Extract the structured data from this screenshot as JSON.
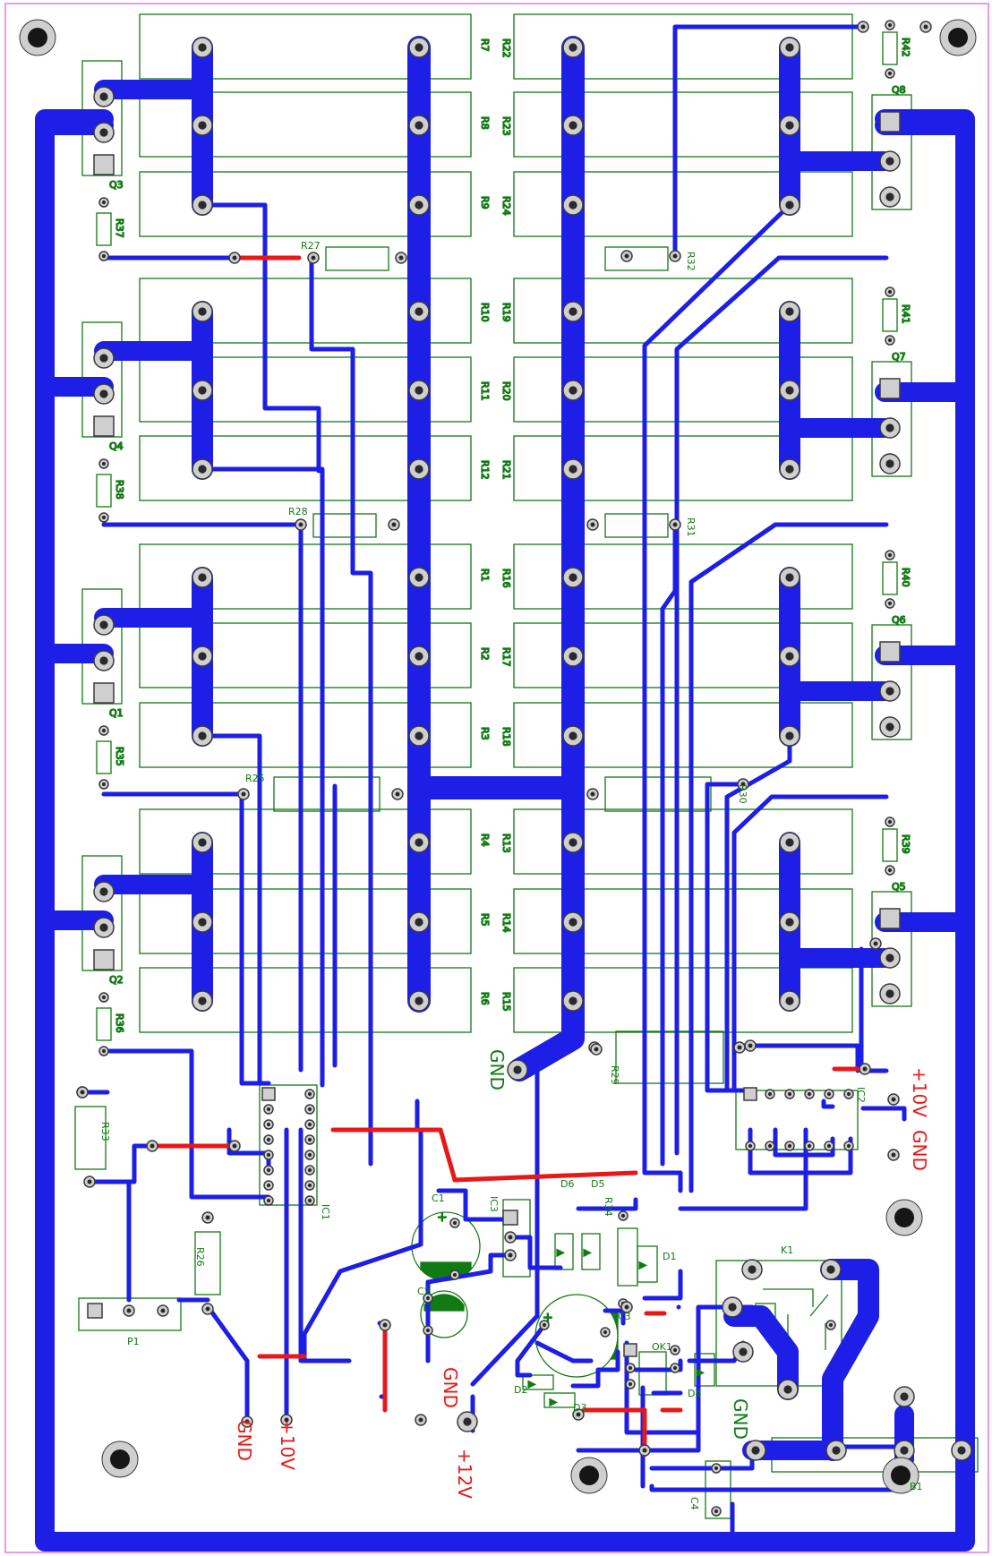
{
  "colors": {
    "trace": "#1d1ee6",
    "jumper": "#e81818",
    "silk": "#127a12",
    "pad_fill": "#cfcfcf",
    "pad_ring": "#3a3a3a",
    "hole": "#161616",
    "outline": "#e79be7",
    "power_label": "#e81818"
  },
  "resistors_left": [
    {
      "label": "R7"
    },
    {
      "label": "R8"
    },
    {
      "label": "R9"
    },
    {
      "label": "R10"
    },
    {
      "label": "R11"
    },
    {
      "label": "R12"
    },
    {
      "label": "R1"
    },
    {
      "label": "R2"
    },
    {
      "label": "R3"
    },
    {
      "label": "R4"
    },
    {
      "label": "R5"
    },
    {
      "label": "R6"
    }
  ],
  "resistors_right": [
    {
      "label": "R22"
    },
    {
      "label": "R23"
    },
    {
      "label": "R24"
    },
    {
      "label": "R19"
    },
    {
      "label": "R20"
    },
    {
      "label": "R21"
    },
    {
      "label": "R16"
    },
    {
      "label": "R17"
    },
    {
      "label": "R18"
    },
    {
      "label": "R13"
    },
    {
      "label": "R14"
    },
    {
      "label": "R15"
    }
  ],
  "left_transistors": [
    {
      "label": "Q3",
      "gate": "R37"
    },
    {
      "label": "Q4",
      "gate": "R38"
    },
    {
      "label": "Q1",
      "gate": "R35"
    },
    {
      "label": "Q2",
      "gate": "R36"
    }
  ],
  "right_transistors": [
    {
      "label": "Q8",
      "gate": "R42"
    },
    {
      "label": "Q7",
      "gate": "R41"
    },
    {
      "label": "Q6",
      "gate": "R40"
    },
    {
      "label": "Q5",
      "gate": "R39"
    }
  ],
  "sense_resistors_left": [
    "R27",
    "R28",
    "R25"
  ],
  "sense_resistors_right": [
    "R32",
    "R31",
    "R30",
    "R29"
  ],
  "ics": {
    "ic1": "IC1",
    "ic2": "IC2",
    "ic3": "IC3"
  },
  "small_parts": {
    "r33": "R33",
    "r26": "R26",
    "r34": "R34",
    "p1": "P1",
    "k1": "K1",
    "b1": "B1",
    "c1": "C1",
    "c2": "C2",
    "c3": "C3",
    "c4": "C4",
    "d1": "D1",
    "d2": "D2",
    "d3": "D3",
    "d4": "D4",
    "d5": "D5",
    "d6": "D6",
    "ok1": "OK1"
  },
  "power_labels": {
    "gnd_top": "GND",
    "p10v_right": "+10V",
    "gnd_right": "GND",
    "gnd_bottom_left": "GND",
    "p10v_bottom": "+10V",
    "gnd_mid": "GND",
    "p12v": "+12V",
    "gnd_relay": "GND"
  }
}
